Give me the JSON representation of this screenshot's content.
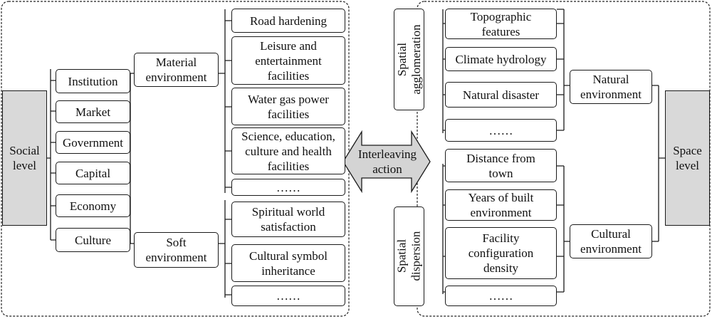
{
  "social_level": "Social\nlevel",
  "space_level": "Space\nlevel",
  "interleaving_action": "Interleaving\naction",
  "social_factors": [
    "Institution",
    "Market",
    "Government",
    "Capital",
    "Economy",
    "Culture"
  ],
  "material_environment": {
    "label": "Material\nenvironment",
    "items": [
      "Road hardening",
      "Leisure and\nentertainment\nfacilities",
      "Water gas power\nfacilities",
      "Science, education,\nculture and health\nfacilities",
      "……"
    ]
  },
  "soft_environment": {
    "label": "Soft\nenvironment",
    "items": [
      "Spiritual world\nsatisfaction",
      "Cultural symbol\ninheritance",
      "……"
    ]
  },
  "spatial_agglomeration": "Spatial\nagglomeration",
  "spatial_dispersion": "Spatial\ndispersion",
  "natural_environment": {
    "label": "Natural\nenvironment",
    "items": [
      "Topographic\nfeatures",
      "Climate hydrology",
      "Natural disaster",
      "……"
    ]
  },
  "cultural_environment": {
    "label": "Cultural\nenvironment",
    "items": [
      "Distance from\ntown",
      "Years of built\nenvironment",
      "Facility\nconfiguration\ndensity",
      "……"
    ]
  },
  "colors": {
    "grey_box": "#d9d9d9",
    "line": "#1a1a1a",
    "arrow_fill": "#d4d4d4"
  }
}
